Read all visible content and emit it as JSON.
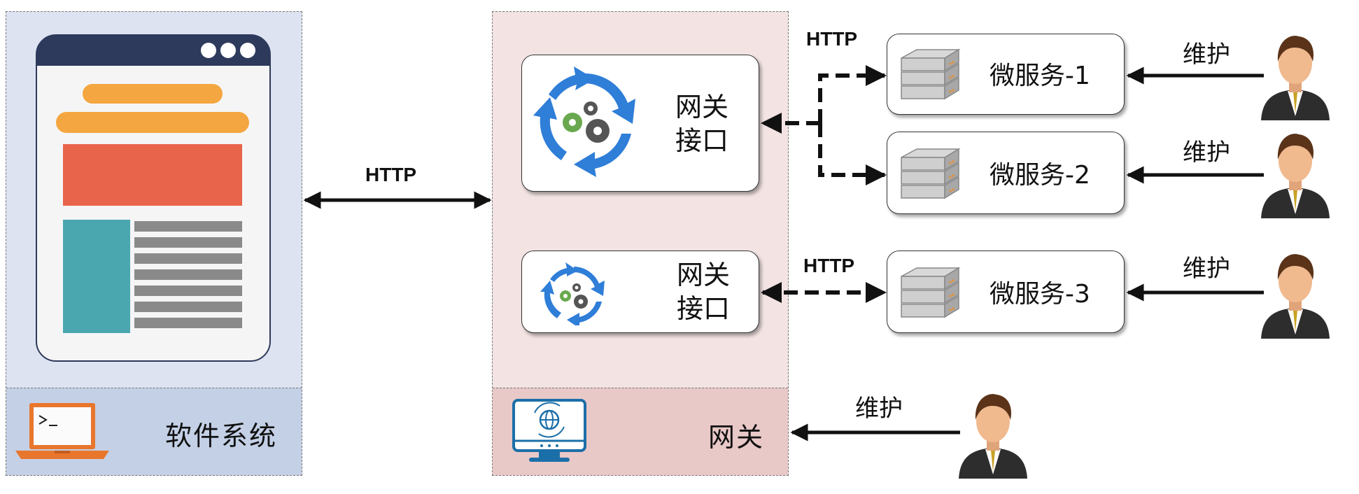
{
  "left_panel": {
    "title": "软件系统"
  },
  "gateway_panel": {
    "title": "网关",
    "interfaces": [
      {
        "line1": "网关",
        "line2": "接口"
      },
      {
        "line1": "网关",
        "line2": "接口"
      }
    ]
  },
  "connections": {
    "client_gateway": "HTTP",
    "gateway_services_top": "HTTP",
    "gateway_services_bottom": "HTTP"
  },
  "services": [
    {
      "label": "微服务-1",
      "maintain": "维护"
    },
    {
      "label": "微服务-2",
      "maintain": "维护"
    },
    {
      "label": "微服务-3",
      "maintain": "维护"
    }
  ],
  "gateway_maintain": "维护",
  "colors": {
    "left_panel_bg": "#dde3f1",
    "gateway_panel_bg": "#f3e3e3",
    "browser_header": "#2e3a5c",
    "orange": "#f4a640",
    "red": "#e8644a",
    "teal": "#4aa7b0",
    "arrow_blue": "#2f7ed8",
    "gear_green": "#6aa84f"
  },
  "icons": [
    "browser-window-icon",
    "terminal-laptop-icon",
    "gear-cycle-icon",
    "monitor-globe-icon",
    "server-rack-icon",
    "businessman-icon"
  ]
}
